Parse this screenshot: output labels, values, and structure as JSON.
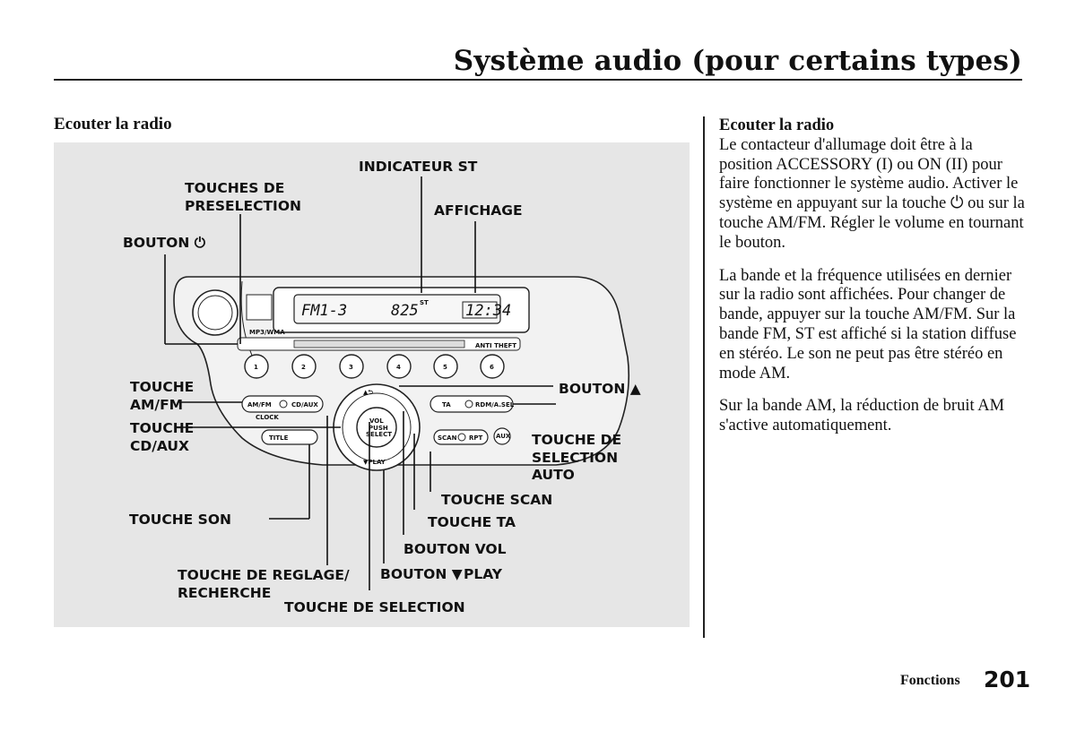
{
  "header": {
    "title": "Système audio (pour certains types)"
  },
  "left": {
    "heading": "Ecouter la radio"
  },
  "figure": {
    "labels": {
      "indicateur_st": "INDICATEUR ST",
      "touches_de": "TOUCHES DE",
      "preselection": "PRESELECTION",
      "affichage": "AFFICHAGE",
      "bouton_power": "BOUTON ⏻",
      "touche_amfm_1": "TOUCHE",
      "touche_amfm_2": "AM/FM",
      "touche_cdaux_1": "TOUCHE",
      "touche_cdaux_2": "CD/AUX",
      "bouton_back": "BOUTON ▲",
      "touche_sel_auto_1": "TOUCHE DE",
      "touche_sel_auto_2": "SELECTION",
      "touche_sel_auto_3": "AUTO",
      "touche_scan": "TOUCHE SCAN",
      "touche_son": "TOUCHE SON",
      "touche_ta": "TOUCHE TA",
      "bouton_vol": "BOUTON VOL",
      "touche_reglage_1": "TOUCHE DE REGLAGE/",
      "touche_reglage_2": "RECHERCHE",
      "bouton_play_1": "BOUTON ▼",
      "bouton_play_2": "PLAY",
      "touche_selection": "TOUCHE DE SELECTION"
    },
    "display": {
      "band": "FM1-3",
      "freq": "825",
      "clock": "12:34",
      "st": "ST"
    },
    "panel": {
      "presets": [
        "1",
        "2",
        "3",
        "4",
        "5",
        "6"
      ],
      "am_fm": "AM/FM",
      "cd_aux": "CD/AUX",
      "clock": "CLOCK",
      "title": "TITLE",
      "ta": "TA",
      "rdm_a_sel": "RDM/A.SEL",
      "scan": "SCAN",
      "rpt": "RPT",
      "aux": "AUX",
      "anti_theft": "ANTI THEFT",
      "vol_1": "VOL",
      "vol_2": "PUSH",
      "vol_3": "SELECT",
      "play": "▼PLAY",
      "up_back": "▲⮌",
      "mp3": "MP3/WMA"
    }
  },
  "right": {
    "heading": "Ecouter la radio",
    "p1": "Le contacteur d'allumage doit être à la position ACCESSORY (I) ou ON (II) pour faire fonctionner le système audio. Activer le système en appuyant sur la touche ⏻ ou sur la touche AM/FM. Régler le volume en tournant le bouton.",
    "p2": "La bande et la fréquence utilisées en dernier sur la radio sont affichées. Pour changer de bande, appuyer sur la touche AM/FM. Sur la bande FM, ST est affiché si la station diffuse en stéréo. Le son ne peut pas être stéréo en mode AM.",
    "p3": "Sur la bande AM, la réduction de bruit AM s'active automatiquement."
  },
  "footer": {
    "section": "Fonctions",
    "page": "201"
  }
}
